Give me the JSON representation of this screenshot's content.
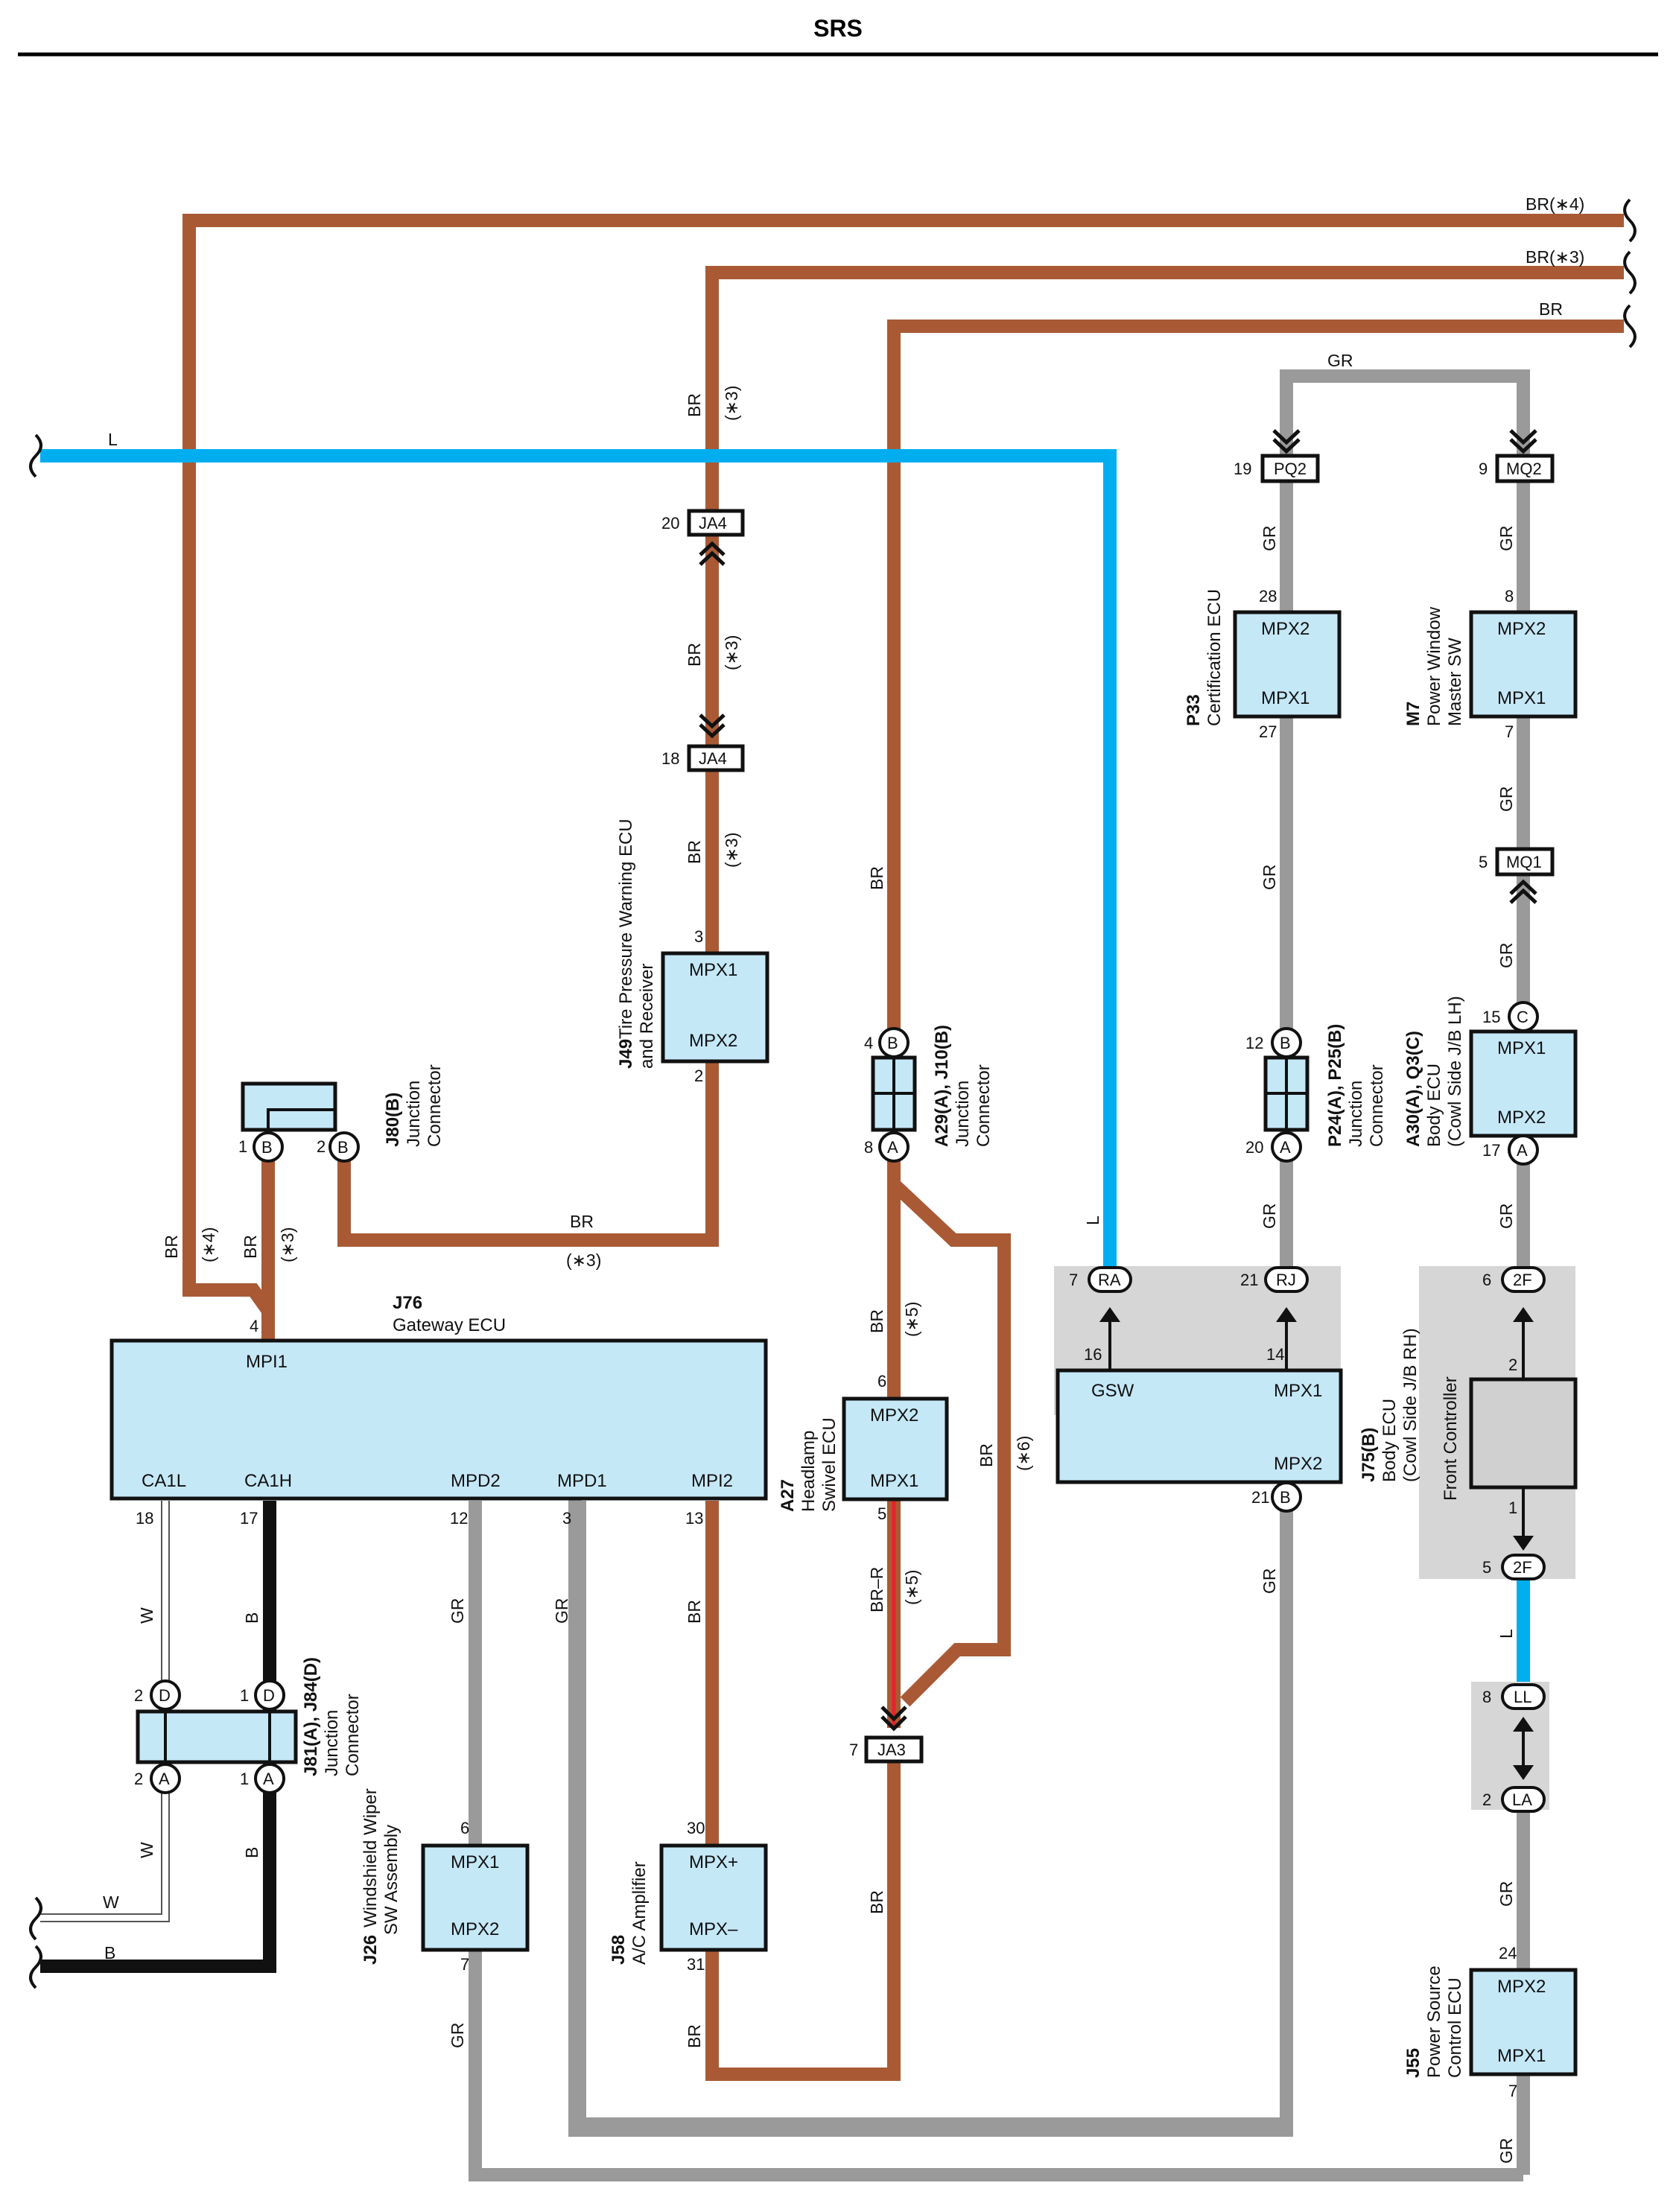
{
  "page": {
    "title": "SRS"
  },
  "colors": {
    "brown_wire": "#A95A35",
    "blue_wire": "#00AEEF",
    "gray_wire": "#9A9A9A",
    "black_wire": "#111111",
    "white_wire": "#FFFFFF",
    "component_fill": "#C5E8F7",
    "shaded_area": "#D6D6D6",
    "red_tracer": "#E8202A"
  },
  "wires": {
    "br_4": "BR(∗4)",
    "br_3": "BR(∗3)",
    "br": "BR",
    "gr": "GR",
    "l": "L",
    "w": "W",
    "b": "B",
    "br_r": "BR–R",
    "note_3": "(∗3)",
    "note_4": "(∗4)",
    "note_5": "(∗5)",
    "note_6": "(∗6)"
  },
  "components": {
    "j76": {
      "id": "J76",
      "name": "Gateway ECU",
      "pins": {
        "mpi1": "MPI1",
        "ca1l": "CA1L",
        "ca1h": "CA1H",
        "mpd2": "MPD2",
        "mpd1": "MPD1",
        "mpi2": "MPI2"
      },
      "pin_no": {
        "mpi1": "4",
        "ca1l": "18",
        "ca1h": "17",
        "mpd2": "12",
        "mpd1": "3",
        "mpi2": "13"
      }
    },
    "j80": {
      "id": "J80(B)",
      "name1": "Junction",
      "name2": "Connector",
      "pin1": "1",
      "pin2": "2",
      "letter": "B"
    },
    "j49": {
      "id": "J49",
      "name1": "Tire Pressure Warning ECU",
      "name2": "and Receiver",
      "mpx1": "MPX1",
      "mpx2": "MPX2",
      "pin_top": "3",
      "pin_bot": "2"
    },
    "ja4_top": {
      "label": "JA4",
      "pin": "20"
    },
    "ja4_bot": {
      "label": "JA4",
      "pin": "18"
    },
    "a29": {
      "id": "A29(A), J10(B)",
      "name1": "Junction",
      "name2": "Connector",
      "pin_top": "4",
      "pin_bot": "8",
      "letter_top": "B",
      "letter_bot": "A"
    },
    "a27": {
      "id": "A27",
      "name1": "Headlamp",
      "name2": "Swivel ECU",
      "mpx2": "MPX2",
      "mpx1": "MPX1",
      "pin_top": "6",
      "pin_bot": "5"
    },
    "ja3": {
      "label": "JA3",
      "pin": "7"
    },
    "j81": {
      "id": "J81(A), J84(D)",
      "name1": "Junction",
      "name2": "Connector",
      "pin_d2": "2",
      "pin_d1": "1",
      "pin_a2": "2",
      "pin_a1": "1",
      "letter_d": "D",
      "letter_a": "A"
    },
    "j26": {
      "id": "J26",
      "name1": "Windshield Wiper",
      "name2": "SW Assembly",
      "mpx1": "MPX1",
      "mpx2": "MPX2",
      "pin_top": "6",
      "pin_bot": "7"
    },
    "j58": {
      "id": "J58",
      "name": "A/C Amplifier",
      "mpxp": "MPX+",
      "mpxm": "MPX–",
      "pin_top": "30",
      "pin_bot": "31"
    },
    "p33": {
      "id": "P33",
      "name": "Certification ECU",
      "mpx2": "MPX2",
      "mpx1": "MPX1",
      "pin_top": "28",
      "pin_bot": "27"
    },
    "pq2": {
      "label": "PQ2",
      "pin": "19"
    },
    "mq2": {
      "label": "MQ2",
      "pin": "9"
    },
    "mq1": {
      "label": "MQ1",
      "pin": "5"
    },
    "m7": {
      "id": "M7",
      "name1": "Power Window",
      "name2": "Master SW",
      "mpx2": "MPX2",
      "mpx1": "MPX1",
      "pin_top": "8",
      "pin_bot": "7"
    },
    "p24": {
      "id": "P24(A), P25(B)",
      "name1": "Junction",
      "name2": "Connector",
      "pin_top": "12",
      "pin_bot": "20",
      "letter_top": "B",
      "letter_bot": "A"
    },
    "a30": {
      "id": "A30(A), Q3(C)",
      "name1": "Body ECU",
      "name2": "(Cowl Side J/B LH)",
      "mpx1": "MPX1",
      "mpx2": "MPX2",
      "pin_top": "15",
      "pin_bot": "17",
      "letter_top": "C",
      "letter_bot": "A"
    },
    "j75": {
      "id": "J75(B)",
      "name1": "Body ECU",
      "name2": "(Cowl Side J/B RH)",
      "gsw": "GSW",
      "mpx1": "MPX1",
      "mpx2": "MPX2",
      "pin_gsw": "16",
      "pin_mpx1": "14",
      "pin_mpx2": "21",
      "letter": "B"
    },
    "ra": {
      "label": "RA",
      "pin": "7"
    },
    "rj": {
      "label": "RJ",
      "pin": "21"
    },
    "front_controller": {
      "name": "Front Controller",
      "pin_top": "2",
      "pin_bot": "1"
    },
    "c2f_top": {
      "label": "2F",
      "pin": "6"
    },
    "c2f_bot": {
      "label": "2F",
      "pin": "5"
    },
    "ll": {
      "label": "LL",
      "pin": "8"
    },
    "la": {
      "label": "LA",
      "pin": "2"
    },
    "j55": {
      "id": "J55",
      "name1": "Power Source",
      "name2": "Control ECU",
      "mpx2": "MPX2",
      "mpx1": "MPX1",
      "pin_top": "24",
      "pin_bot": "7"
    }
  }
}
